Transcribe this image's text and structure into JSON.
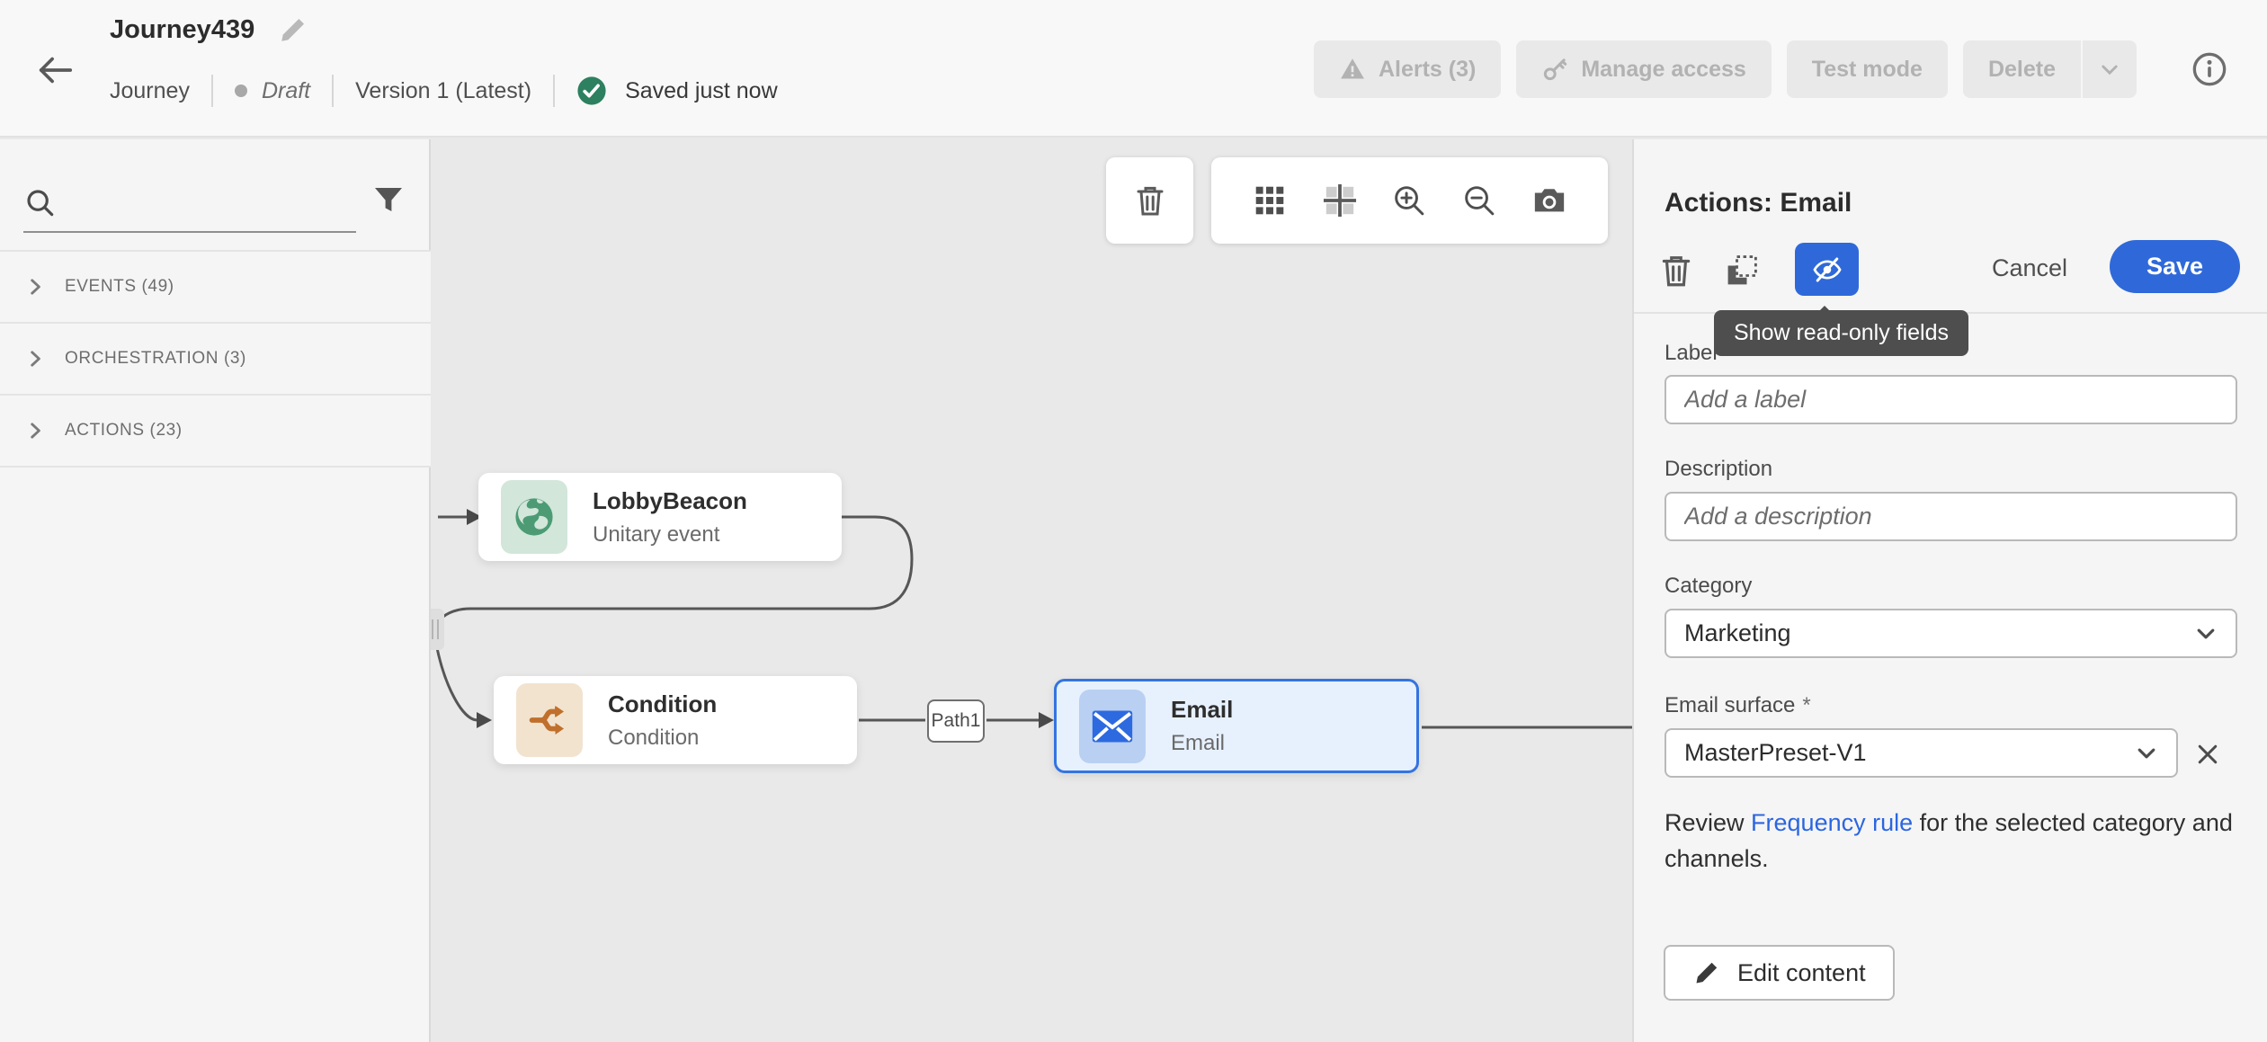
{
  "colors": {
    "accent": "#2f69d9",
    "green": "#2d8060",
    "link": "#2b66e0",
    "node_selected_border": "#3474e0"
  },
  "header": {
    "title": "Journey439",
    "type_label": "Journey",
    "status": "Draft",
    "version": "Version 1 (Latest)",
    "saved": "Saved just now",
    "alerts_label": "Alerts (3)",
    "manage_access_label": "Manage access",
    "test_mode_label": "Test mode",
    "delete_label": "Delete"
  },
  "sidebar": {
    "search_placeholder": "",
    "sections": [
      {
        "label": "EVENTS (49)"
      },
      {
        "label": "ORCHESTRATION (3)"
      },
      {
        "label": "ACTIONS (23)"
      }
    ]
  },
  "canvas": {
    "nodes": [
      {
        "title": "LobbyBeacon",
        "subtitle": "Unitary event"
      },
      {
        "title": "Condition",
        "subtitle": "Condition"
      },
      {
        "title": "Email",
        "subtitle": "Email"
      }
    ],
    "path_label": "Path1"
  },
  "panel": {
    "title": "Actions: Email",
    "tooltip": "Show read-only fields",
    "cancel": "Cancel",
    "save": "Save",
    "label_label": "Label",
    "label_placeholder": "Add a label",
    "description_label": "Description",
    "description_placeholder": "Add a description",
    "category_label": "Category",
    "category_value": "Marketing",
    "surface_label": "Email surface",
    "required_marker": "*",
    "surface_value": "MasterPreset-V1",
    "review_prefix": "Review ",
    "review_link": "Frequency rule",
    "review_suffix": " for the selected category and channels.",
    "edit_content": "Edit content"
  }
}
